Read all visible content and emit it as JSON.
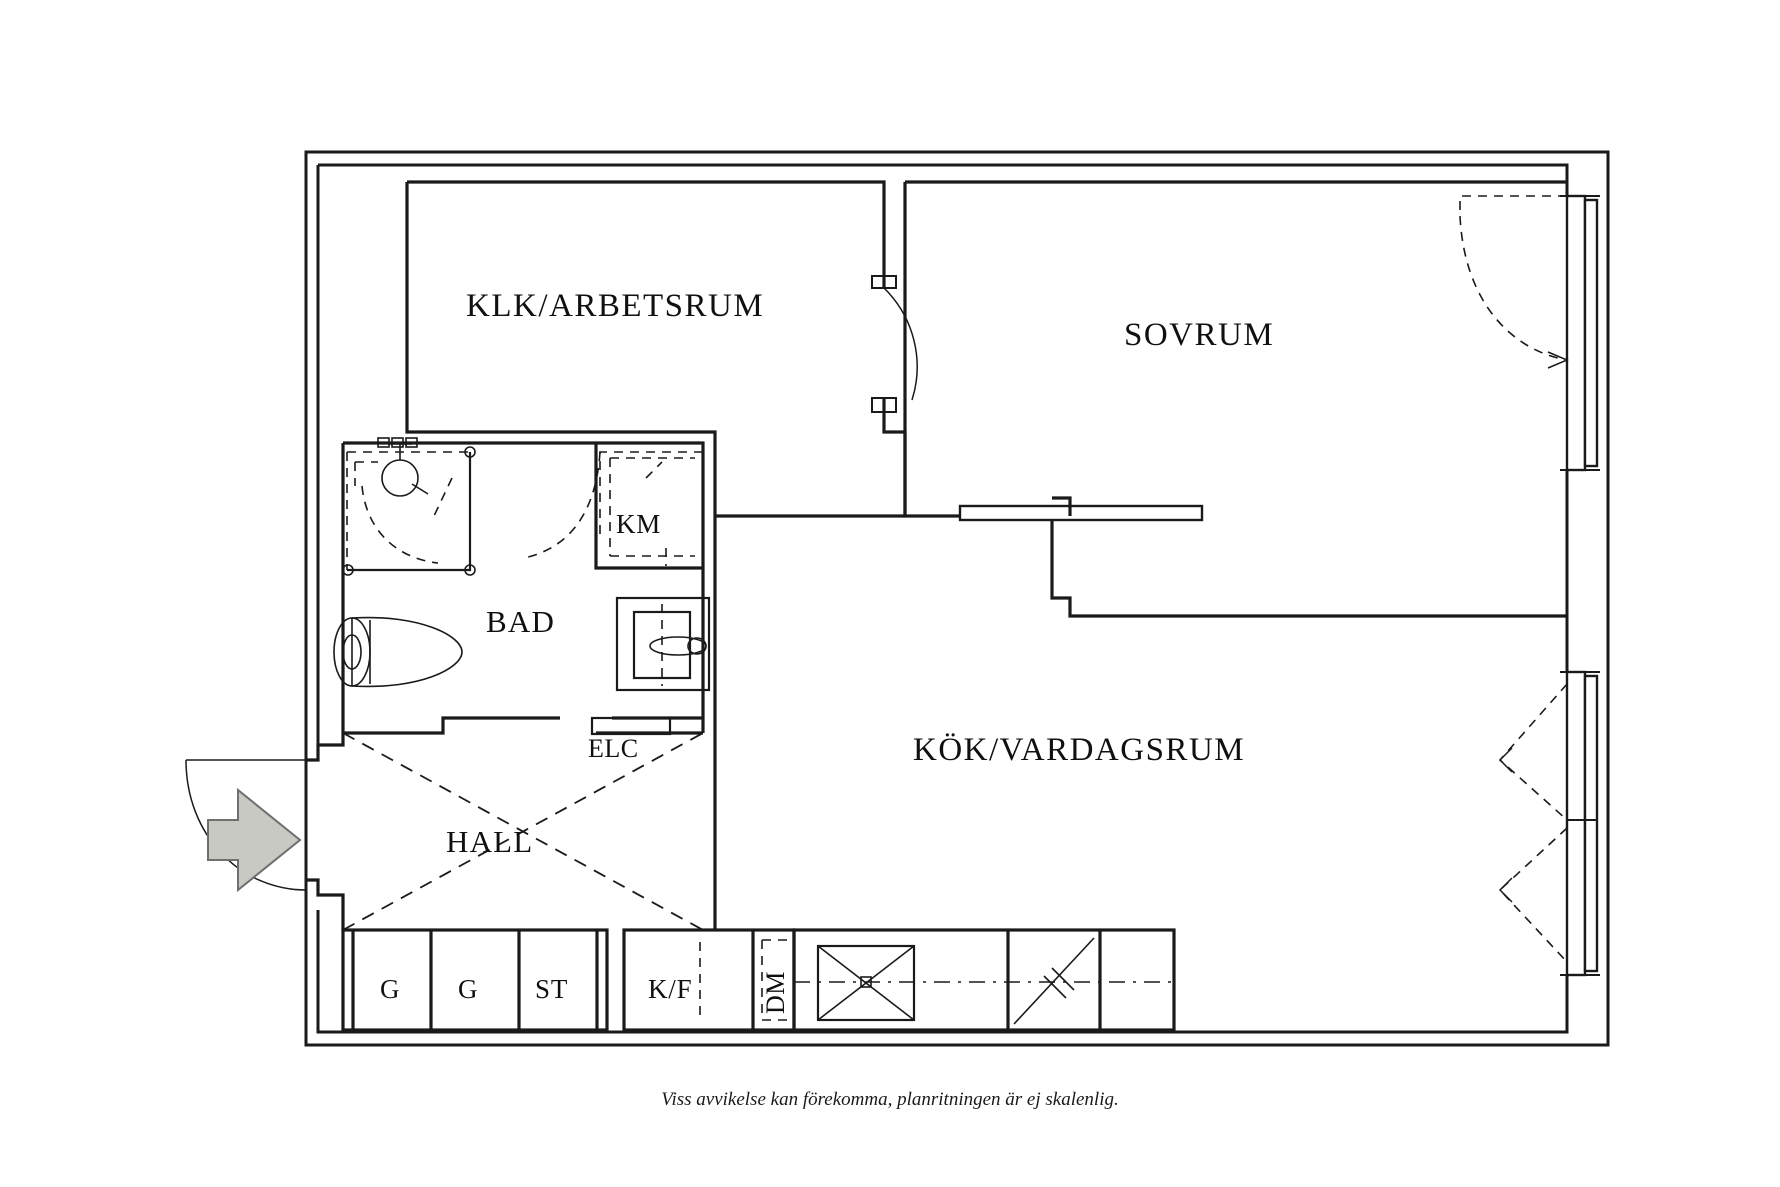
{
  "document": {
    "type": "floor-plan",
    "language": "sv",
    "caption": "Viss avvikelse kan förekomma, planritningen är ej skalenlig."
  },
  "rooms": [
    {
      "id": "klk",
      "label": "KLK/ARBETSRUM"
    },
    {
      "id": "sovrum",
      "label": "SOVRUM"
    },
    {
      "id": "bad",
      "label": "BAD"
    },
    {
      "id": "kok",
      "label": "KÖK/VARDAGSRUM"
    },
    {
      "id": "hall",
      "label": "HALL"
    }
  ],
  "fixtures": [
    {
      "id": "km",
      "label": "KM",
      "desc": "washing-machine"
    },
    {
      "id": "elc",
      "label": "ELC",
      "desc": "electrical-cabinet"
    },
    {
      "id": "dm",
      "label": "DM",
      "desc": "dishwasher"
    },
    {
      "id": "kf",
      "label": "K/F",
      "desc": "fridge-freezer"
    },
    {
      "id": "st",
      "label": "ST",
      "desc": "cleaning-closet"
    },
    {
      "id": "g1",
      "label": "G",
      "desc": "wardrobe"
    },
    {
      "id": "g2",
      "label": "G",
      "desc": "wardrobe"
    }
  ],
  "colors": {
    "line": "#1a1a1a",
    "entry_arrow_fill": "#c9c9c4",
    "entry_arrow_stroke": "#6f6f6f",
    "background": "#ffffff"
  },
  "annotations": {
    "entry_arrow": "entrance-direction-arrow",
    "entry_door": "front-door-swing",
    "balcony_door": "sovrum-balcony-door",
    "window_kok": "kok-window",
    "sliding_door": "kok-sovrum-sliding-door",
    "stove": "stove-hob",
    "sink": "kitchen-sink",
    "toilet": "wc-toilet",
    "shower": "shower-cabin",
    "washbasin": "bathroom-washbasin"
  }
}
